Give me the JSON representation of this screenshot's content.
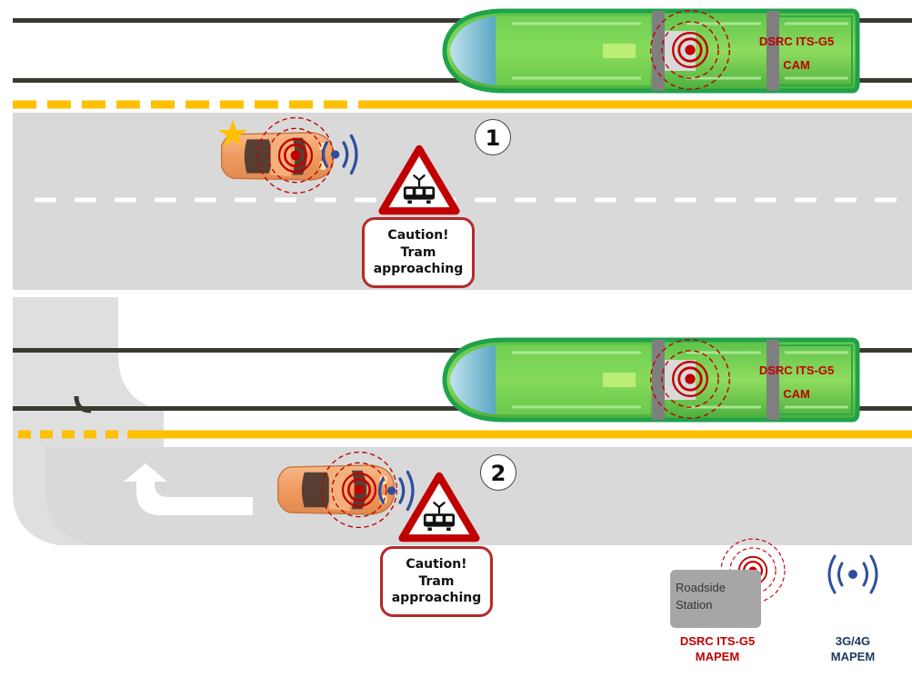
{
  "scenarios": [
    {
      "number": "1",
      "tram_label": {
        "line1": "DSRC ITS-G5",
        "line2": "CAM"
      },
      "warning": {
        "line1": "Caution!",
        "line2": "Tram",
        "line3": "approaching"
      }
    },
    {
      "number": "2",
      "tram_label": {
        "line1": "DSRC ITS-G5",
        "line2": "CAM"
      },
      "warning": {
        "line1": "Caution!",
        "line2": "Tram",
        "line3": "approaching"
      }
    }
  ],
  "legend": {
    "roadside": {
      "line1": "Roadside",
      "line2": "Station"
    },
    "dsrc": {
      "line1": "DSRC ITS-G5",
      "line2": "MAPEM",
      "color": "#c00000"
    },
    "cellular": {
      "line1": "3G/4G",
      "line2": "MAPEM",
      "color": "#1f3864"
    }
  },
  "colors": {
    "road": "#d9d9d9",
    "lane_yellow": "#ffc000",
    "rail": "#3a3a32",
    "tram_green": "#46b03c",
    "signal_red": "#c00000",
    "signal_blue": "#2f4f9e",
    "car_orange": "#f2a26a"
  },
  "icons": [
    "tram-icon",
    "star-icon",
    "signal-waves-icon",
    "turn-arrow-icon",
    "warning-triangle-icon"
  ]
}
